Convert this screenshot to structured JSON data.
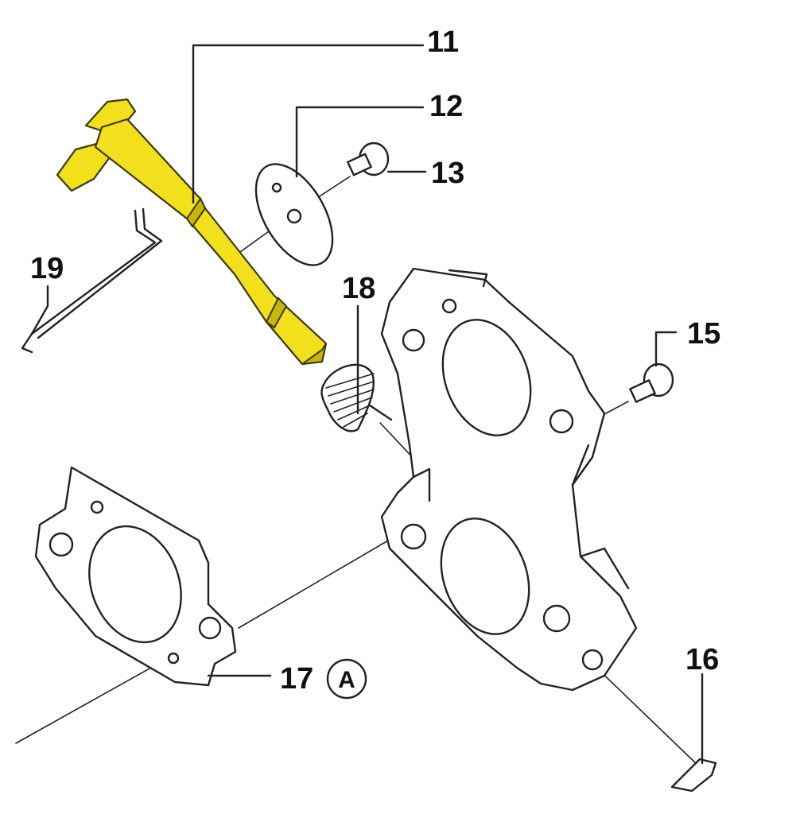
{
  "diagram": {
    "highlight_color": "#f2e01c",
    "callouts": {
      "p11": "11",
      "p12": "12",
      "p13": "13",
      "p15": "15",
      "p16": "16",
      "p17": "17",
      "p18": "18",
      "p19": "19"
    },
    "reference_mark": "A"
  }
}
